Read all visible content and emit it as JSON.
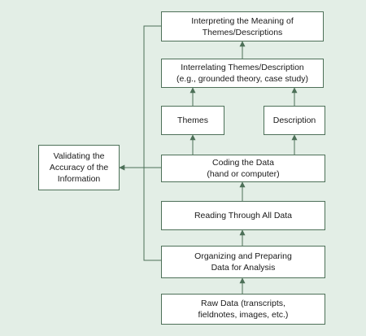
{
  "diagram": {
    "colors": {
      "background": "#e3eee6",
      "line": "#4d7058",
      "box": "#ffffff"
    },
    "boxes": {
      "interpreting": "Interpreting the Meaning of\nThemes/Descriptions",
      "interrelating": "Interrelating Themes/Description\n(e.g., grounded theory, case study)",
      "themes": "Themes",
      "description": "Description",
      "coding": "Coding the Data\n(hand or computer)",
      "reading": "Reading Through All Data",
      "organizing": "Organizing and Preparing\nData for Analysis",
      "raw_data": "Raw Data (transcripts,\nfieldnotes, images, etc.)",
      "validating": "Validating the\nAccuracy of the\nInformation"
    }
  }
}
